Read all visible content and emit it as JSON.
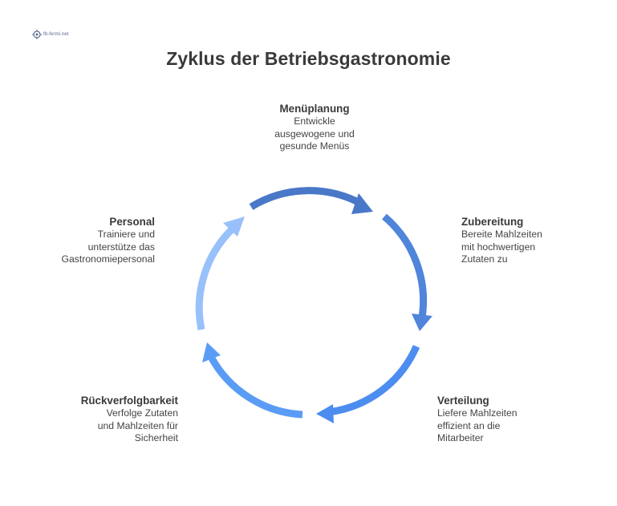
{
  "logo": {
    "text": "fb-fermi.net"
  },
  "title": "Zyklus der Betriebsgastronomie",
  "steps": [
    {
      "heading": "Menüplanung",
      "lines": [
        "Entwickle",
        "ausgewogene und",
        "gesunde Menüs"
      ],
      "color": "#4a78c8"
    },
    {
      "heading": "Zubereitung",
      "lines": [
        "Bereite Mahlzeiten",
        "mit hochwertigen",
        "Zutaten zu"
      ],
      "color": "#4f85da"
    },
    {
      "heading": "Verteilung",
      "lines": [
        "Liefere Mahlzeiten",
        "effizient an die",
        "Mitarbeiter"
      ],
      "color": "#4d8df0"
    },
    {
      "heading": "Rückverfolgbarkeit",
      "lines": [
        "Verfolge Zutaten",
        "und Mahlzeiten für",
        "Sicherheit"
      ],
      "color": "#5a9cf5"
    },
    {
      "heading": "Personal",
      "lines": [
        "Trainiere und",
        "unterstütze das",
        "Gastronomiepersonal"
      ],
      "color": "#98c1fb"
    }
  ]
}
